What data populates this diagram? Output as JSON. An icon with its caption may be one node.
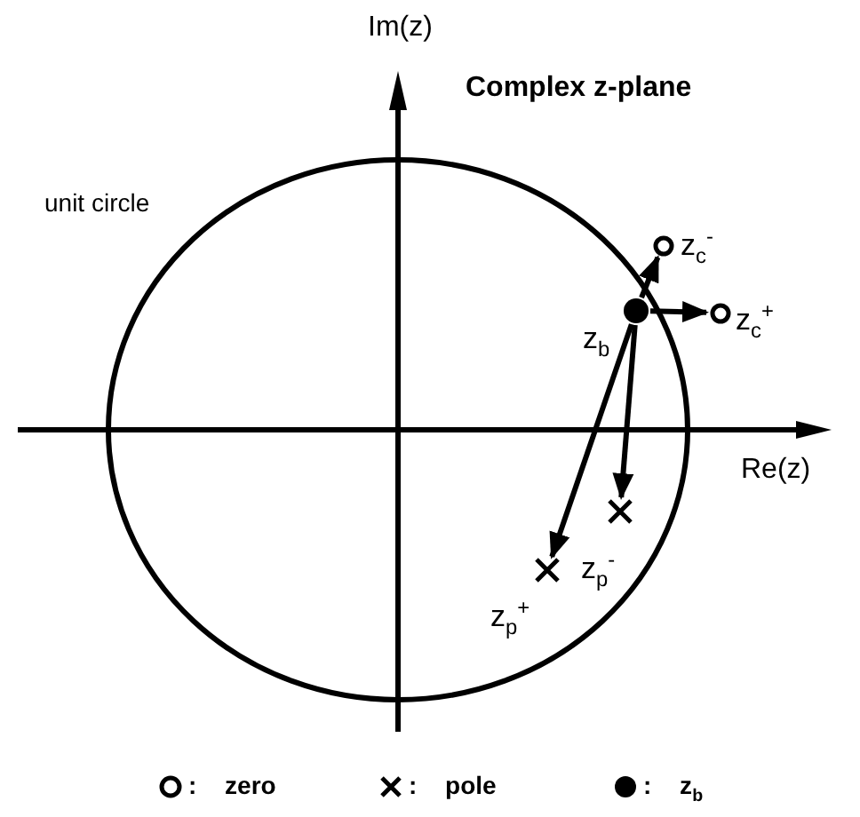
{
  "diagram": {
    "title": "Complex z-plane",
    "nodes": [
      {
        "text": [],
        "shape": "dot",
        "beside": [
          "z$_{b}$"
        ]
      },
      {
        "text": [],
        "shape": "circle",
        "beside": [
          "z$_{c}$$^{-}$"
        ]
      },
      {
        "text": [],
        "shape": "circle",
        "beside": [
          "z$_{c}$$^{+}$"
        ]
      },
      {
        "text": [],
        "shape": "cross"
      },
      {
        "text": [],
        "shape": "cross"
      }
    ],
    "edges": [
      {
        "from": 0,
        "to": 1,
        "arrow": "to"
      },
      {
        "from": 0,
        "to": 2,
        "arrow": "to"
      },
      {
        "from": 0,
        "to": 3,
        "arrow": "to"
      },
      {
        "from": 0,
        "to": 4,
        "arrow": "to"
      }
    ],
    "labels": [
      "Im(z)",
      "unit circle",
      "Re(z)",
      "z$_{p}$$^{-}$",
      "z$_{p}$$^{+}$"
    ],
    "legend": [
      {
        "text": ": zero"
      },
      {
        "text": ": pole"
      },
      {
        "text": ": z$_{b}$"
      }
    ]
  }
}
